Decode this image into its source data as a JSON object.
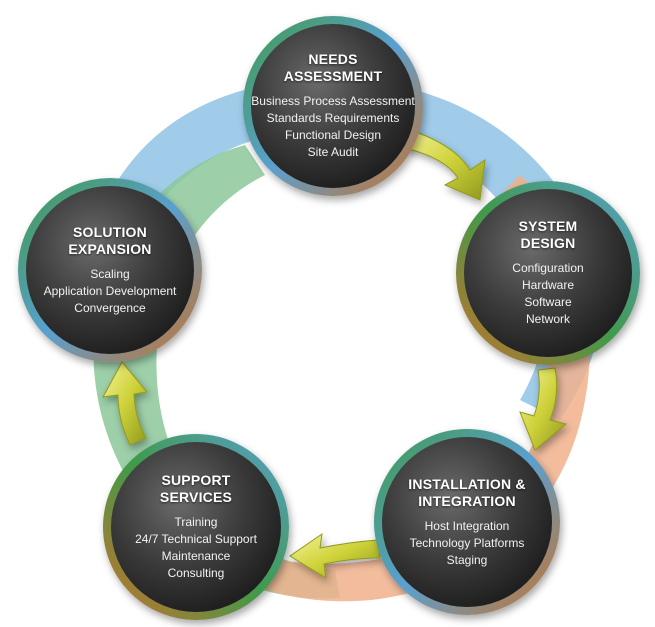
{
  "colors": {
    "blue_band": "#8fc3e6",
    "green_band": "#8cc79a",
    "orange_band": "#f0b08c",
    "arrow_fill": "#cfd23a",
    "node_fill": "#3a3a3a",
    "node_ring_green": "#3f9a4a",
    "node_ring_orange": "#c9712a",
    "node_ring_blue": "#5aa0d0"
  },
  "icons": {
    "arrow": "curved-arrow-icon"
  },
  "nodes": [
    {
      "id": "needs-assessment",
      "title": "NEEDS\nASSESSMENT",
      "items": [
        "Business Process Assessment",
        "Standards Requirements",
        "Functional Design",
        "Site Audit"
      ]
    },
    {
      "id": "system-design",
      "title": "SYSTEM\nDESIGN",
      "items": [
        "Configuration",
        "Hardware",
        "Software",
        "Network"
      ]
    },
    {
      "id": "installation-integration",
      "title": "INSTALLATION &\nINTEGRATION",
      "items": [
        "Host Integration",
        "Technology Platforms",
        "Staging"
      ]
    },
    {
      "id": "support-services",
      "title": "SUPPORT\nSERVICES",
      "items": [
        "Training",
        "24/7 Technical Support",
        "Maintenance",
        "Consulting"
      ]
    },
    {
      "id": "solution-expansion",
      "title": "SOLUTION\nEXPANSION",
      "items": [
        "Scaling",
        "Application Development",
        "Convergence"
      ]
    }
  ]
}
